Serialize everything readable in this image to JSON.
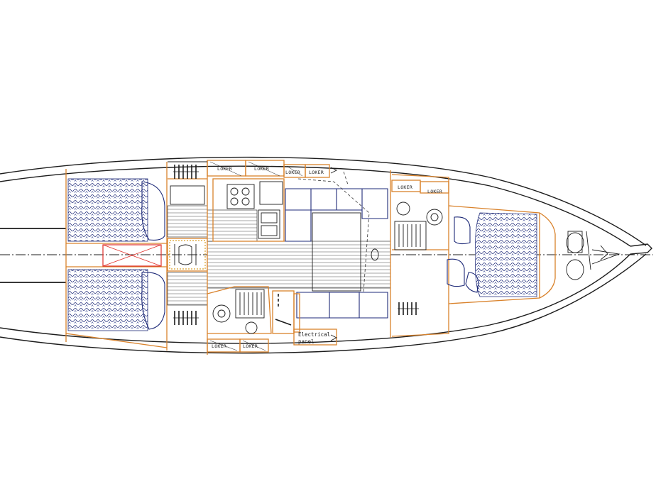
{
  "drawing": {
    "labels": {
      "locker": "LOKER",
      "electrical_panel_line1": "Electrical",
      "electrical_panel_line2": "panel"
    }
  },
  "colors": {
    "hull": "#1c1c1c",
    "joinery": "#d9822b",
    "upholstery": "#1e2a78",
    "lazarette_hatch": "#e0302a",
    "background": "#ffffff"
  }
}
